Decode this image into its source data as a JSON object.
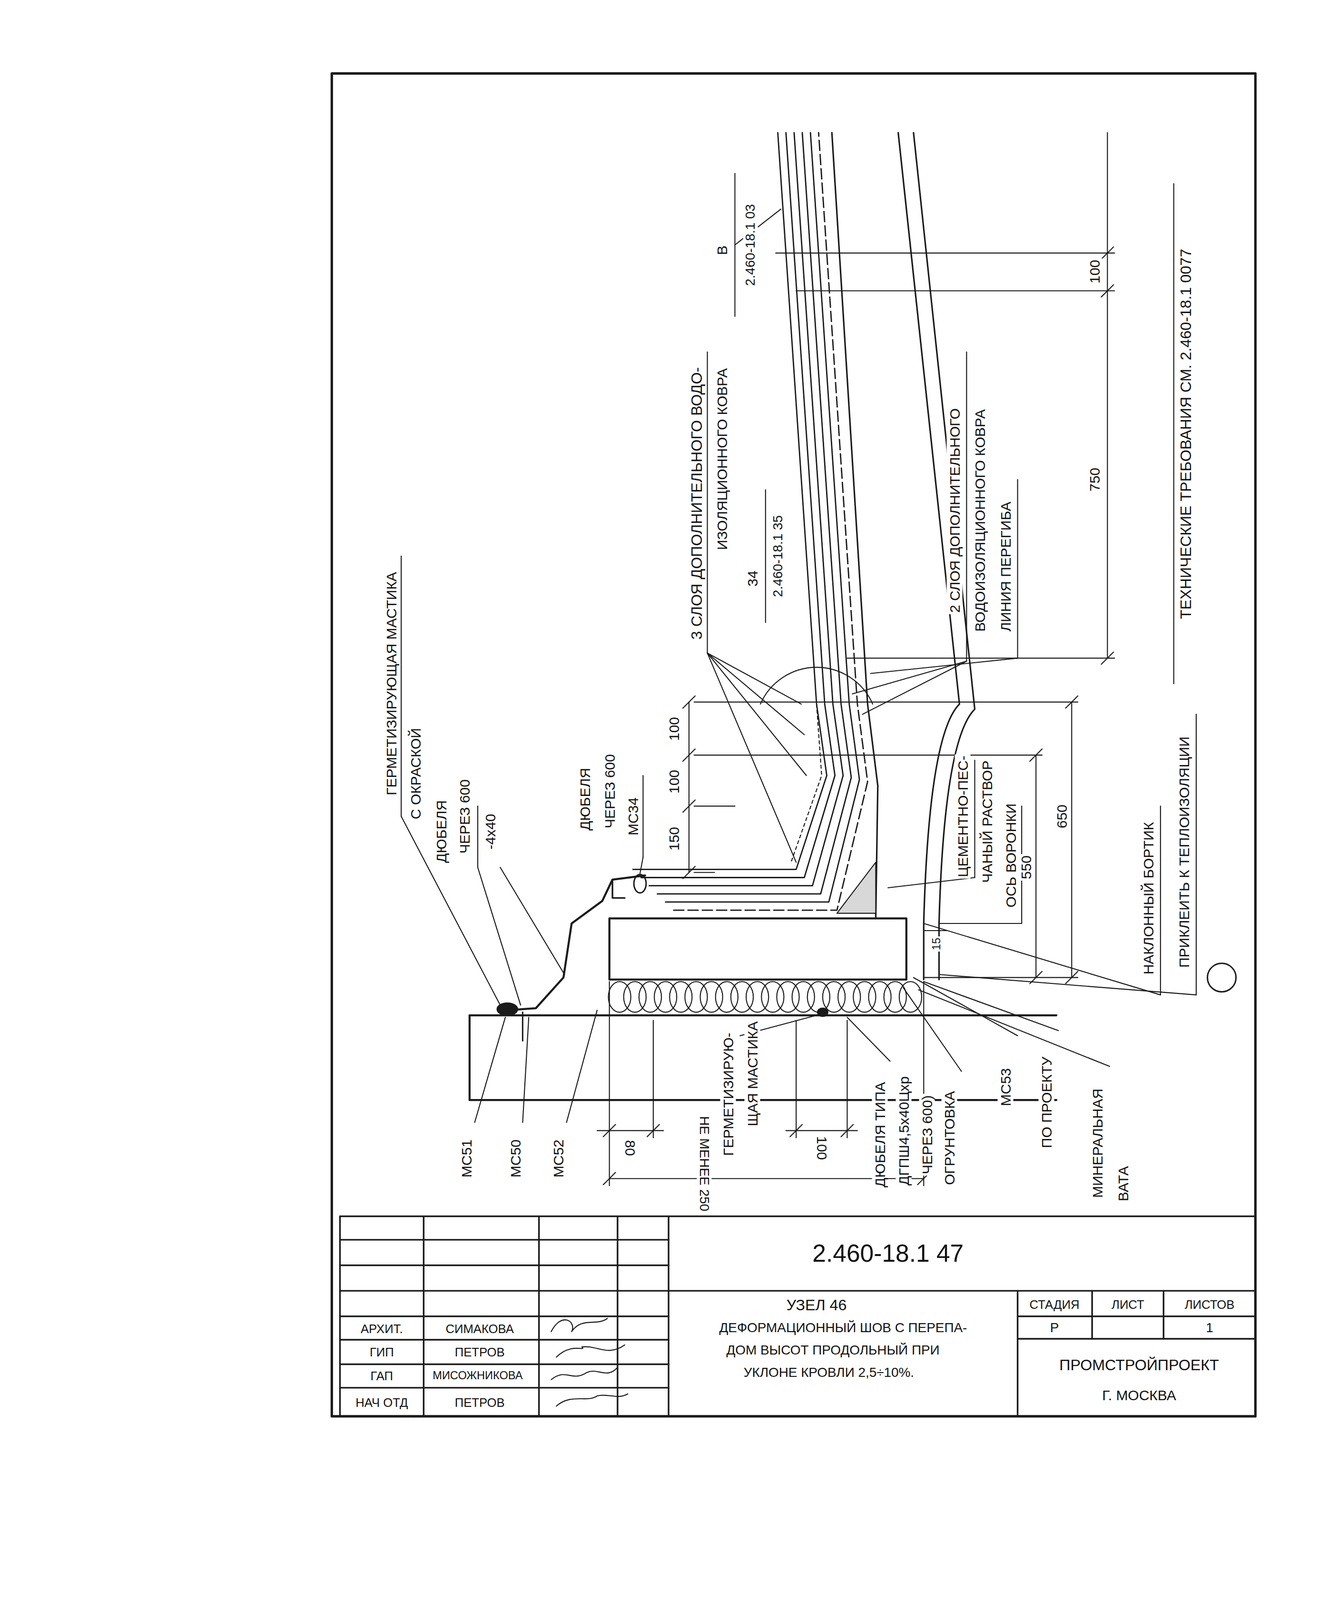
{
  "diagram": {
    "labels": [
      "ГЕРМЕТИЗИРУЮЩАЯ МАСТИКА",
      "С ОКРАСКОЙ",
      "ДЮБЕЛЯ",
      "ЧЕРЕЗ 600",
      "-4х40",
      "ДЮБЕЛЯ",
      "ЧЕРЕЗ 600",
      "МС34",
      "150",
      "100",
      "100",
      "3 СЛОЯ ДОПОЛНИТЕЛЬНОГО ВОДО-",
      "ИЗОЛЯЦИОННОГО КОВРА",
      "34",
      "2.460-18.1 35",
      "В",
      "2.460-18.1 03",
      "100",
      "750",
      "ТЕХНИЧЕСКИЕ ТРЕБОВАНИЯ СМ. 2.460-18.1 0077",
      "2 СЛОЯ ДОПОЛНИТЕЛЬНОГО",
      "ВОДОИЗОЛЯЦИОННОГО КОВРА",
      "ЛИНИЯ ПЕРЕГИБА",
      "ЦЕМЕНТНО-ПЕС-",
      "ЧАНЫЙ РАСТВОР",
      "ОСЬ ВОРОНКИ",
      "550",
      "650",
      "НАКЛОННЫЙ БОРТИК",
      "ПРИКЛЕИТЬ К ТЕПЛОИЗОЛЯЦИИ",
      "15",
      "МС51",
      "МС50",
      "МС52",
      "80",
      "100",
      "НЕ МЕНЕЕ 250",
      "ГЕРМЕТИЗИРУЮ-",
      "ЩАЯ МАСТИКА",
      "ДЮБЕЛЯ ТИПА",
      "ДГПШ4,5х40Цхр",
      "ЧЕРЕЗ 600)",
      "ОГРУНТОВКА",
      "МС53",
      "ПО ПРОЕКТУ",
      "МИНЕРАЛЬНАЯ",
      "ВАТА",
      "2.460-18.1 47",
      "УЗЕЛ 46",
      "ДЕФОРМАЦИОННЫЙ ШОВ С ПЕРЕПА-",
      "ДОМ ВЫСОТ ПРОДОЛЬНЫЙ ПРИ",
      "УКЛОНЕ КРОВЛИ 2,5÷10%.",
      "СТАДИЯ",
      "ЛИСТ",
      "ЛИСТОВ",
      "Р",
      "1",
      "ПРОМСТРОЙПРОЕКТ",
      "Г. МОСКВА",
      "АРХИТ.",
      "СИМАКОВА",
      "ГИП",
      "ПЕТРОВ",
      "ГАП",
      "МИСОЖНИКОВА",
      "НАЧ ОТД",
      "ПЕТРОВ"
    ]
  }
}
